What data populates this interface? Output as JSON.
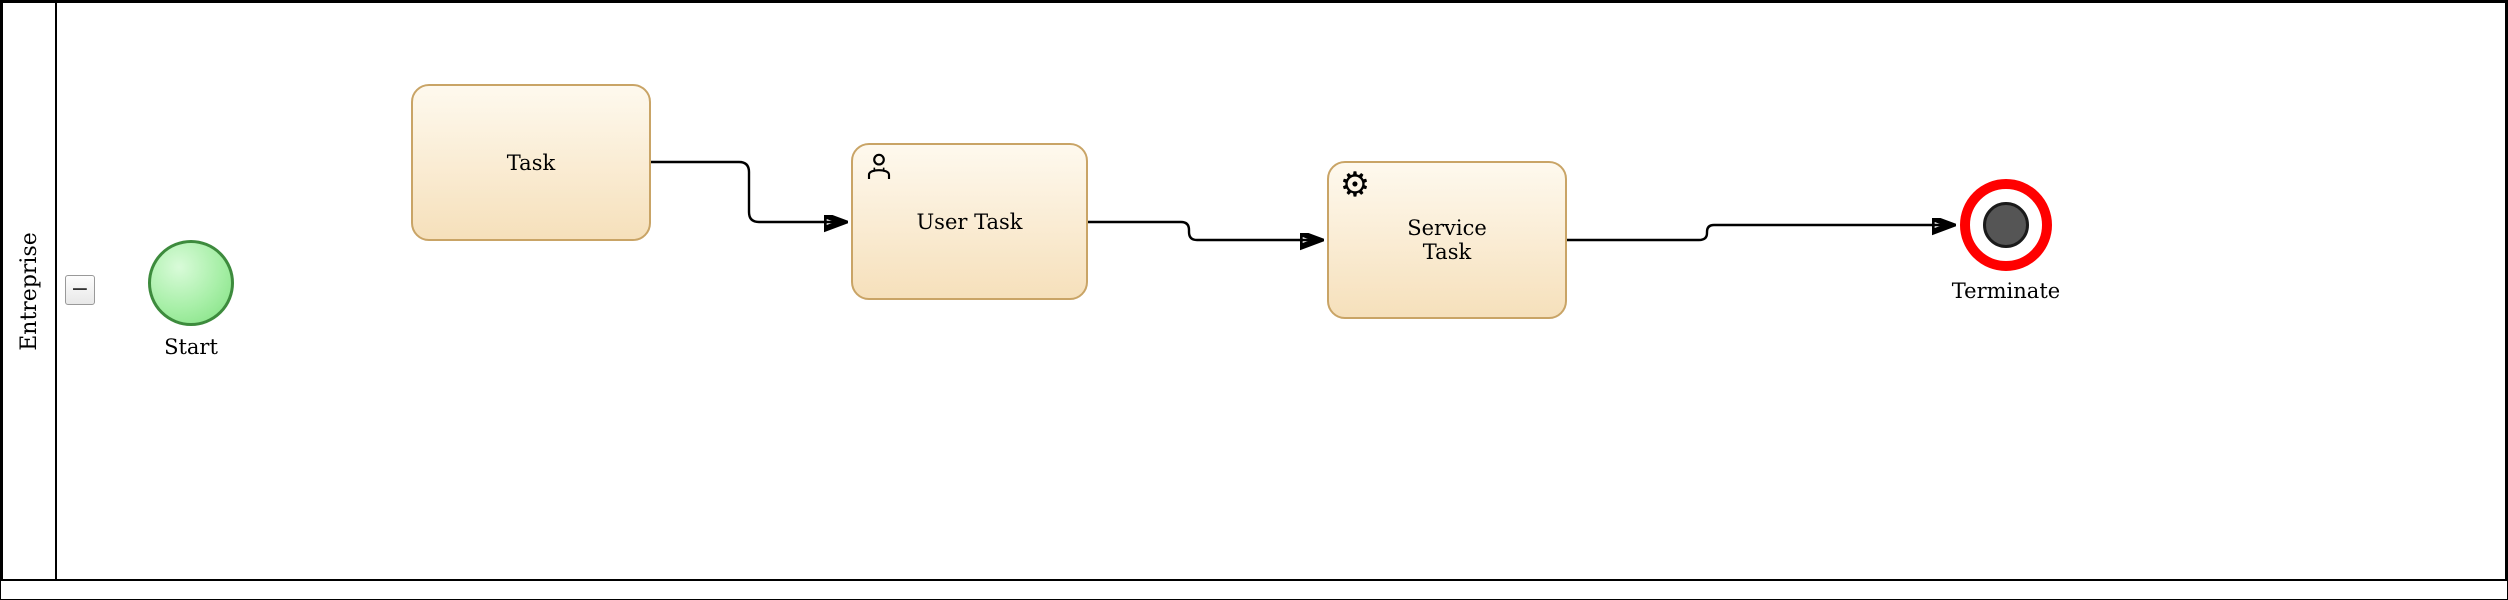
{
  "pool": {
    "label": "Entreprise",
    "collapse_label": "−"
  },
  "nodes": {
    "start": {
      "type": "start-event",
      "label": "Start"
    },
    "task": {
      "type": "task",
      "label": "Task"
    },
    "user_task": {
      "type": "user-task",
      "label": "User Task",
      "icon": "user-icon"
    },
    "service_task": {
      "type": "service-task",
      "label": "Service Task",
      "icon": "gear-icon"
    },
    "terminate": {
      "type": "terminate-end-event",
      "label": "Terminate"
    }
  },
  "icons": {
    "gear_glyph": "⚙"
  },
  "connections": [
    {
      "from": "task",
      "to": "user_task"
    },
    {
      "from": "user_task",
      "to": "service_task"
    },
    {
      "from": "service_task",
      "to": "terminate"
    }
  ],
  "colors": {
    "task_fill_top": "#FEF9EE",
    "task_fill_bottom": "#F6E0BB",
    "task_border": "#C9A466",
    "start_fill": "#A7EFA7",
    "start_border": "#3D8B3D",
    "terminate_ring": "#FF0000",
    "terminate_inner": "#555555",
    "flow_stroke": "#000000"
  }
}
